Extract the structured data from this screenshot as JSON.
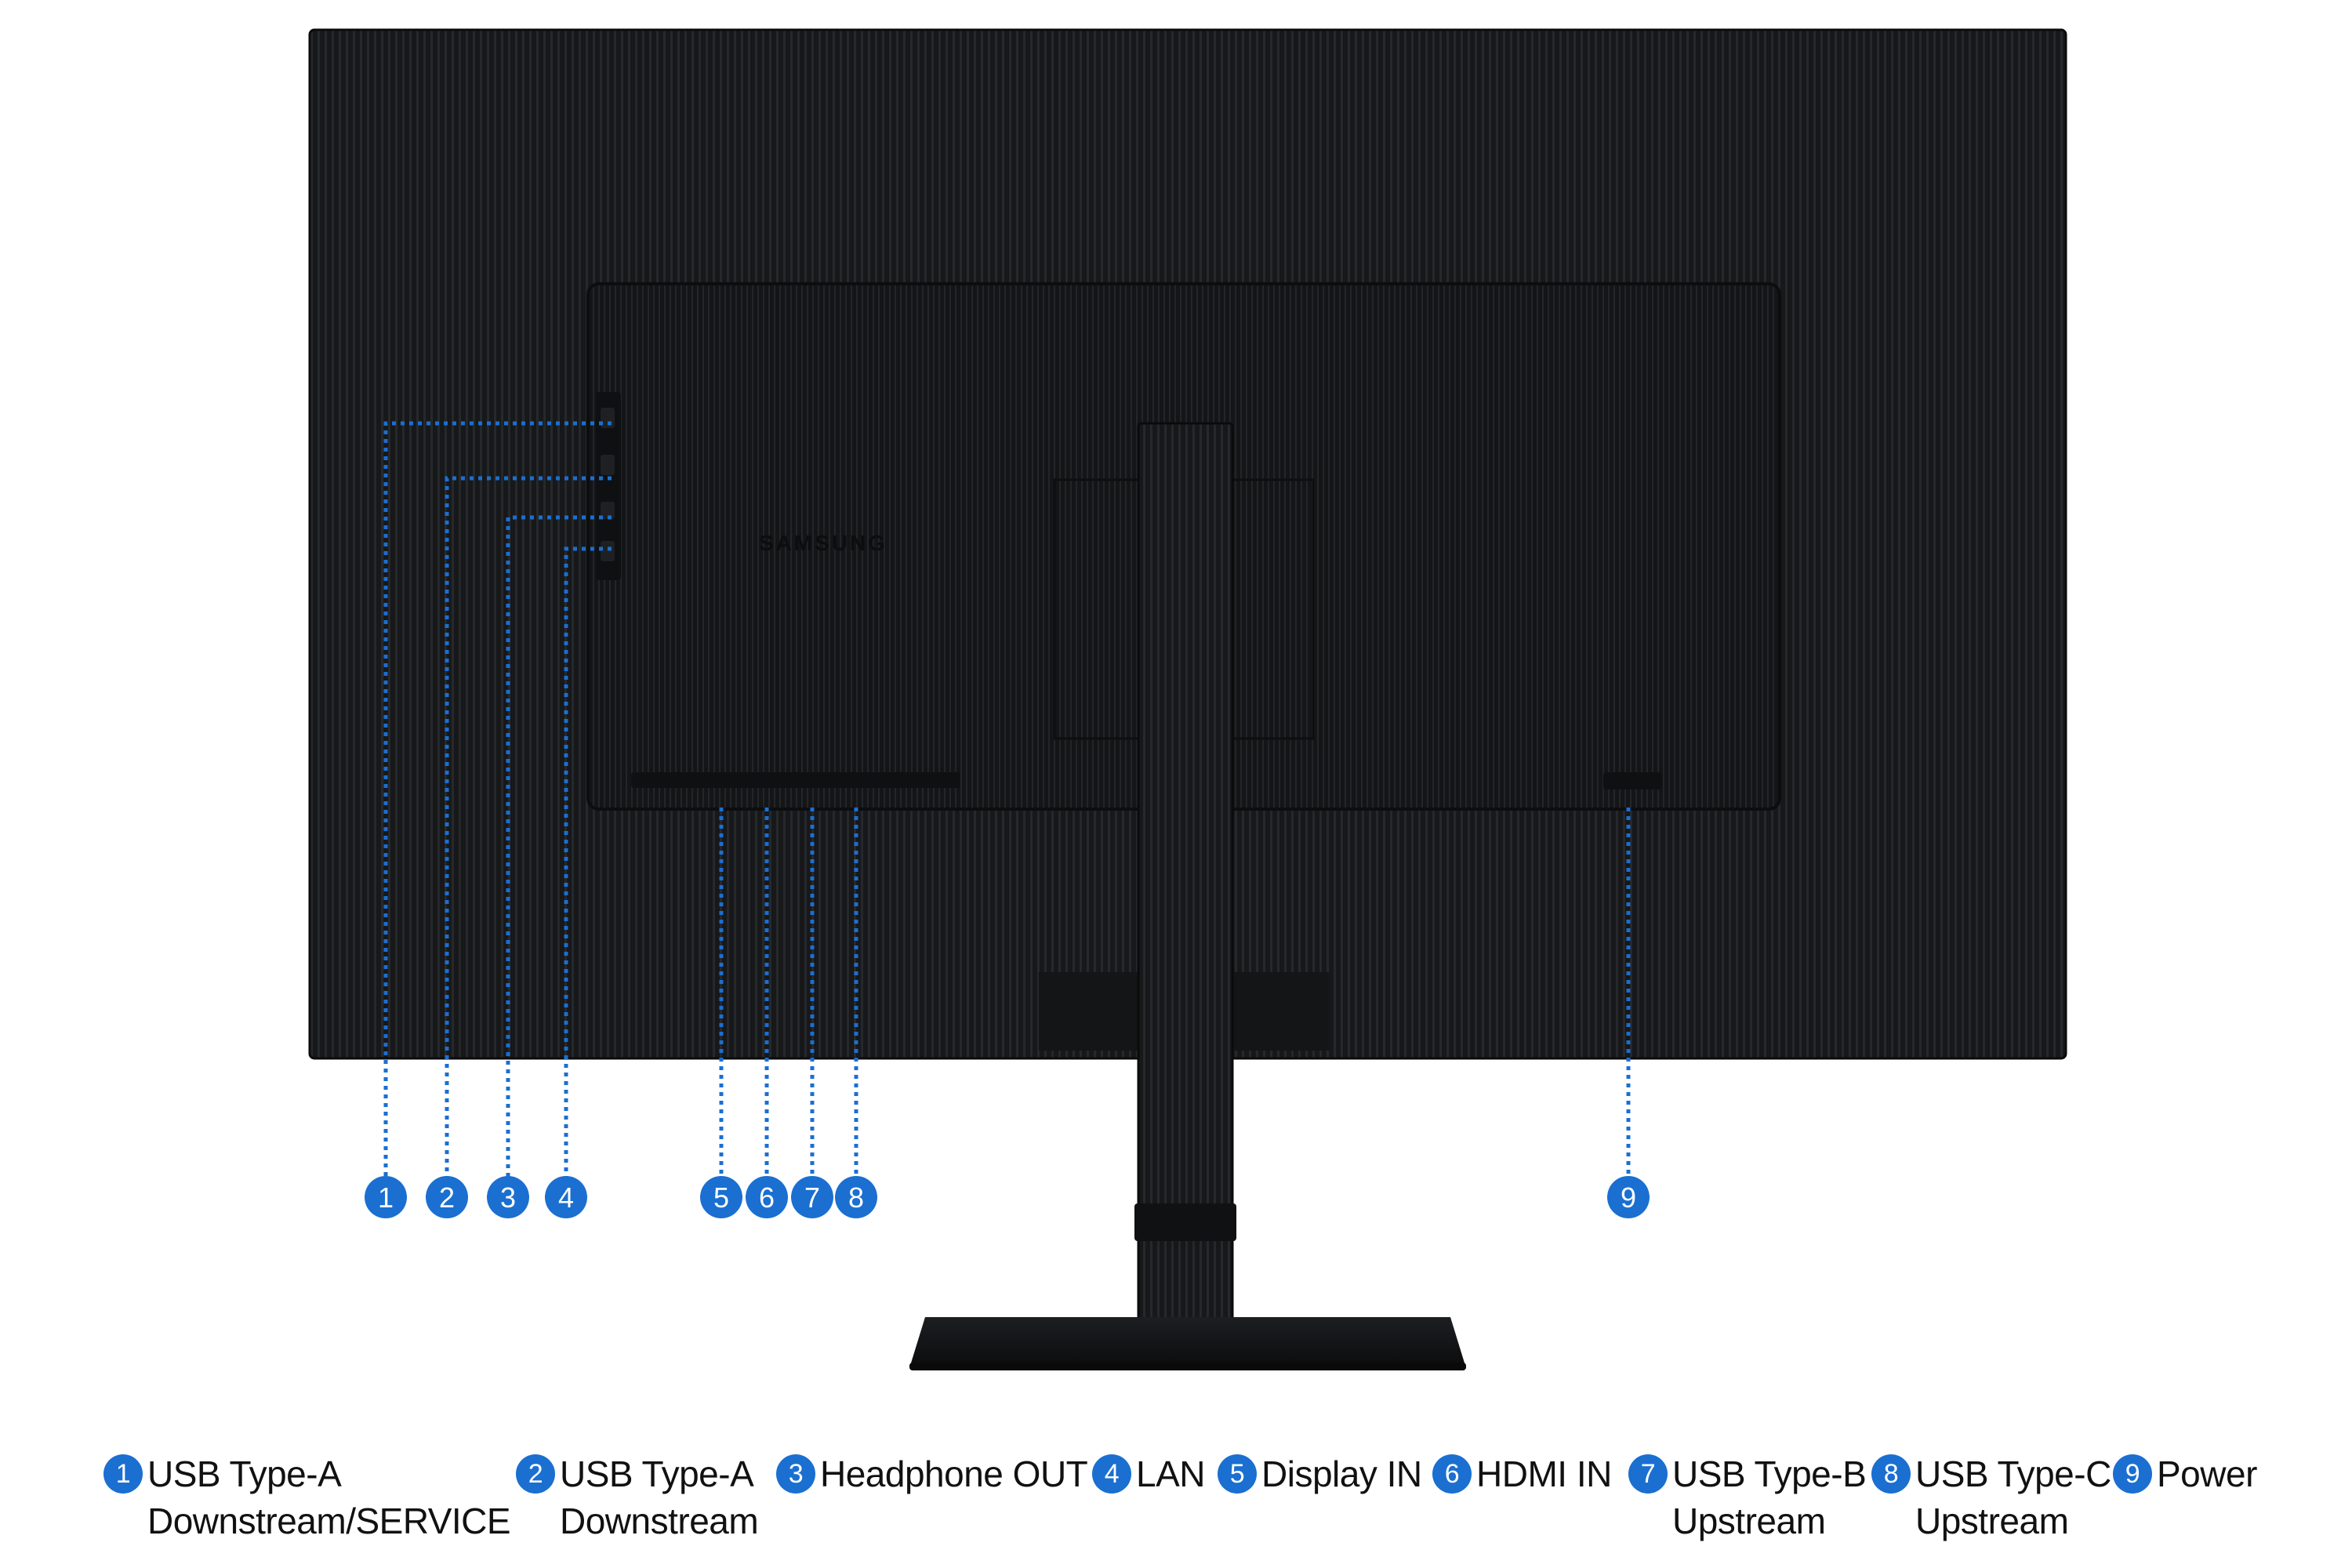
{
  "brand": "SAMSUNG",
  "accent_color": "#1a6fd1",
  "body_color": "#17181a",
  "ports": [
    {
      "num": "1",
      "line1": "USB Type-A",
      "line2": "Downstream/SERVICE"
    },
    {
      "num": "2",
      "line1": "USB Type-A",
      "line2": "Downstream"
    },
    {
      "num": "3",
      "line1": "Headphone OUT",
      "line2": ""
    },
    {
      "num": "4",
      "line1": "LAN",
      "line2": ""
    },
    {
      "num": "5",
      "line1": "Display IN",
      "line2": ""
    },
    {
      "num": "6",
      "line1": "HDMI IN",
      "line2": ""
    },
    {
      "num": "7",
      "line1": "USB Type-B",
      "line2": "Upstream"
    },
    {
      "num": "8",
      "line1": "USB Type-C",
      "line2": "Upstream"
    },
    {
      "num": "9",
      "line1": "Power",
      "line2": ""
    }
  ]
}
